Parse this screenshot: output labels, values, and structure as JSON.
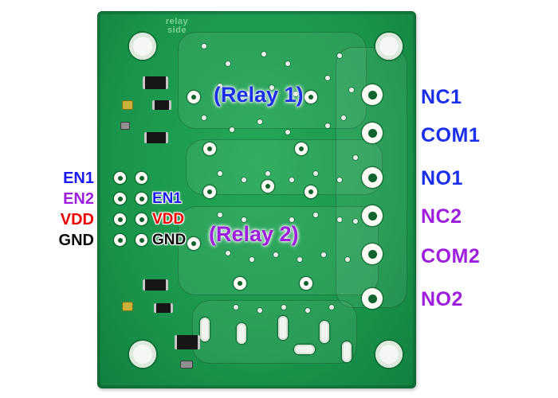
{
  "board": {
    "silkscreen_line1": "relay",
    "silkscreen_line2": "side",
    "color": "#1a964c"
  },
  "annotations": {
    "relay1": {
      "text": "(Relay 1)",
      "color": "#1b2ee8"
    },
    "relay2": {
      "text": "(Relay 2)",
      "color": "#9e1edd"
    }
  },
  "pins_left_outer": [
    {
      "label": "EN1",
      "color": "#1b1bf0"
    },
    {
      "label": "EN2",
      "color": "#9e1edd"
    },
    {
      "label": "VDD",
      "color": "#ee0000"
    },
    {
      "label": "GND",
      "color": "#0a0a0a"
    }
  ],
  "pins_left_inner": [
    {
      "label": "EN1",
      "color": "#1b1bf0"
    },
    {
      "label": "VDD",
      "color": "#ee0000"
    },
    {
      "label": "GND",
      "color": "#0a0a0a"
    }
  ],
  "pins_right": [
    {
      "label": "NC1",
      "color": "#1b2ee8"
    },
    {
      "label": "COM1",
      "color": "#1b2ee8"
    },
    {
      "label": "NO1",
      "color": "#1b2ee8"
    },
    {
      "label": "NC2",
      "color": "#9e1edd"
    },
    {
      "label": "COM2",
      "color": "#9e1edd"
    },
    {
      "label": "NO2",
      "color": "#9e1edd"
    }
  ]
}
